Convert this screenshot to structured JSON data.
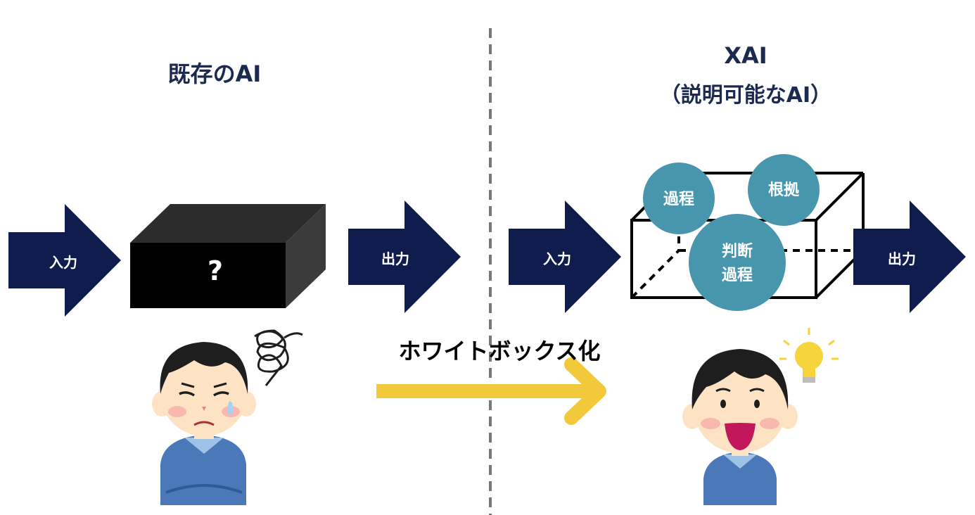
{
  "left_panel": {
    "title": "既存のAI",
    "input_label": "入力",
    "output_label": "出力",
    "box_symbol": "?"
  },
  "right_panel": {
    "title_line1": "XAI",
    "title_line2": "（説明可能なAI）",
    "input_label": "入力",
    "output_label": "出力",
    "bubbles": [
      {
        "line1": "過程",
        "line2": ""
      },
      {
        "line1": "根拠",
        "line2": ""
      },
      {
        "line1": "判断",
        "line2": "過程"
      }
    ]
  },
  "transition_label": "ホワイトボックス化",
  "colors": {
    "navy": "#0f1c4d",
    "teal": "#4896ad",
    "yellow": "#f1c93b",
    "divider": "#777777",
    "box_front": "#000000",
    "box_side": "#3a3a3a",
    "box_top": "#2c2c2c",
    "shirt": "#4a78b8",
    "hair": "#1e1e1e",
    "skin": "#fde3c4"
  }
}
